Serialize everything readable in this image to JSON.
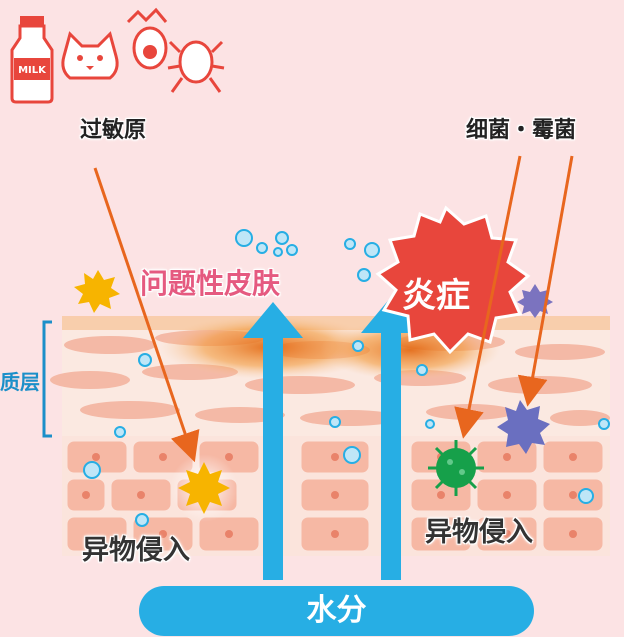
{
  "labels": {
    "allergen": "过敏原",
    "bacteria": "细菌・霉菌",
    "problem_skin": "问题性皮肤",
    "inflammation": "炎症",
    "foreign_left": "异物侵入",
    "foreign_right": "异物侵入",
    "layer": "质层",
    "water": "水分",
    "milk": "MILK"
  },
  "colors": {
    "background": "#fce3e4",
    "accent_blue": "#27aee4",
    "arrow_orange": "#e8661e",
    "inflame_red": "#e8463c",
    "problem_pink": "#e55a80"
  },
  "icons": [
    "milk-bottle-icon",
    "cat-icon",
    "egg-icon",
    "mite-icon"
  ]
}
